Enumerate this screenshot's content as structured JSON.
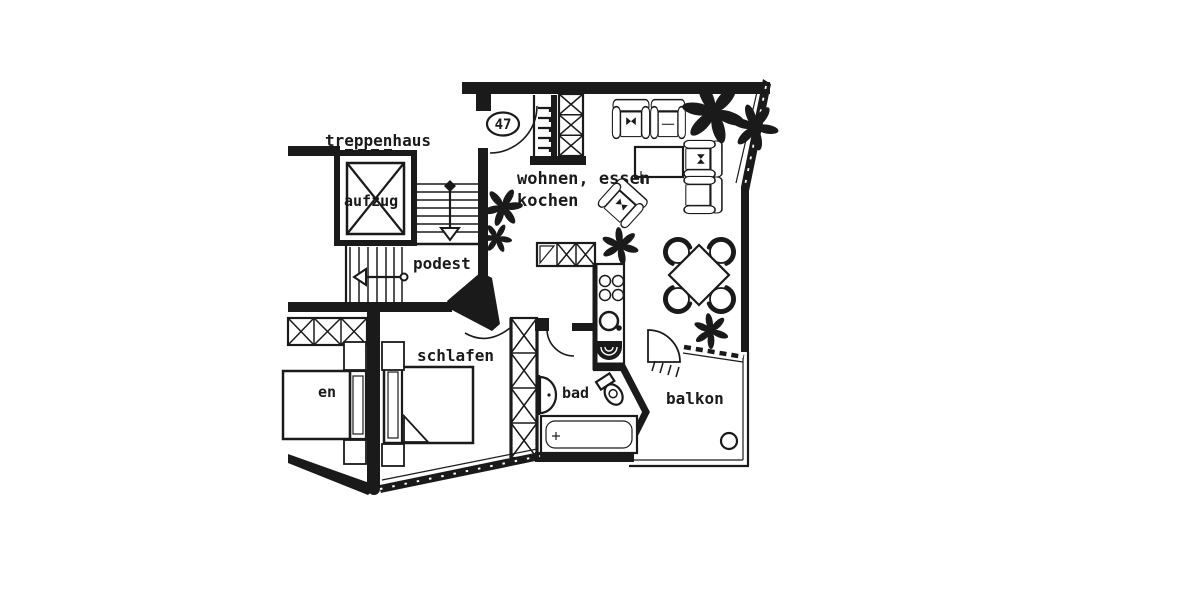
{
  "labels": {
    "stairwell": "treppenhaus",
    "elevator": "aufzug",
    "landing": "podest",
    "unit_number": "47",
    "living_dining": "wohnen, essen",
    "kitchen": "kochen",
    "bedroom": "schlafen",
    "bathroom": "bad",
    "balcony": "balkon",
    "adjacent_room_cut": "en"
  },
  "colors": {
    "ink": "#1a1a1a",
    "paper": "#ffffff"
  },
  "icons": {
    "elevator": "crossed-box",
    "stairs": "tread-lines-with-direction-arrow",
    "coat_rack": "hook-comb",
    "wardrobe_walls": "x-hatched-band",
    "stove": "four-burner-circles",
    "kitchen_sink": "scalloped-basin",
    "bath": "washbasin-toilet-bathtub",
    "balcony_drain": "small-circle",
    "doors": "quarter-arc",
    "windows": "dashed-band"
  }
}
